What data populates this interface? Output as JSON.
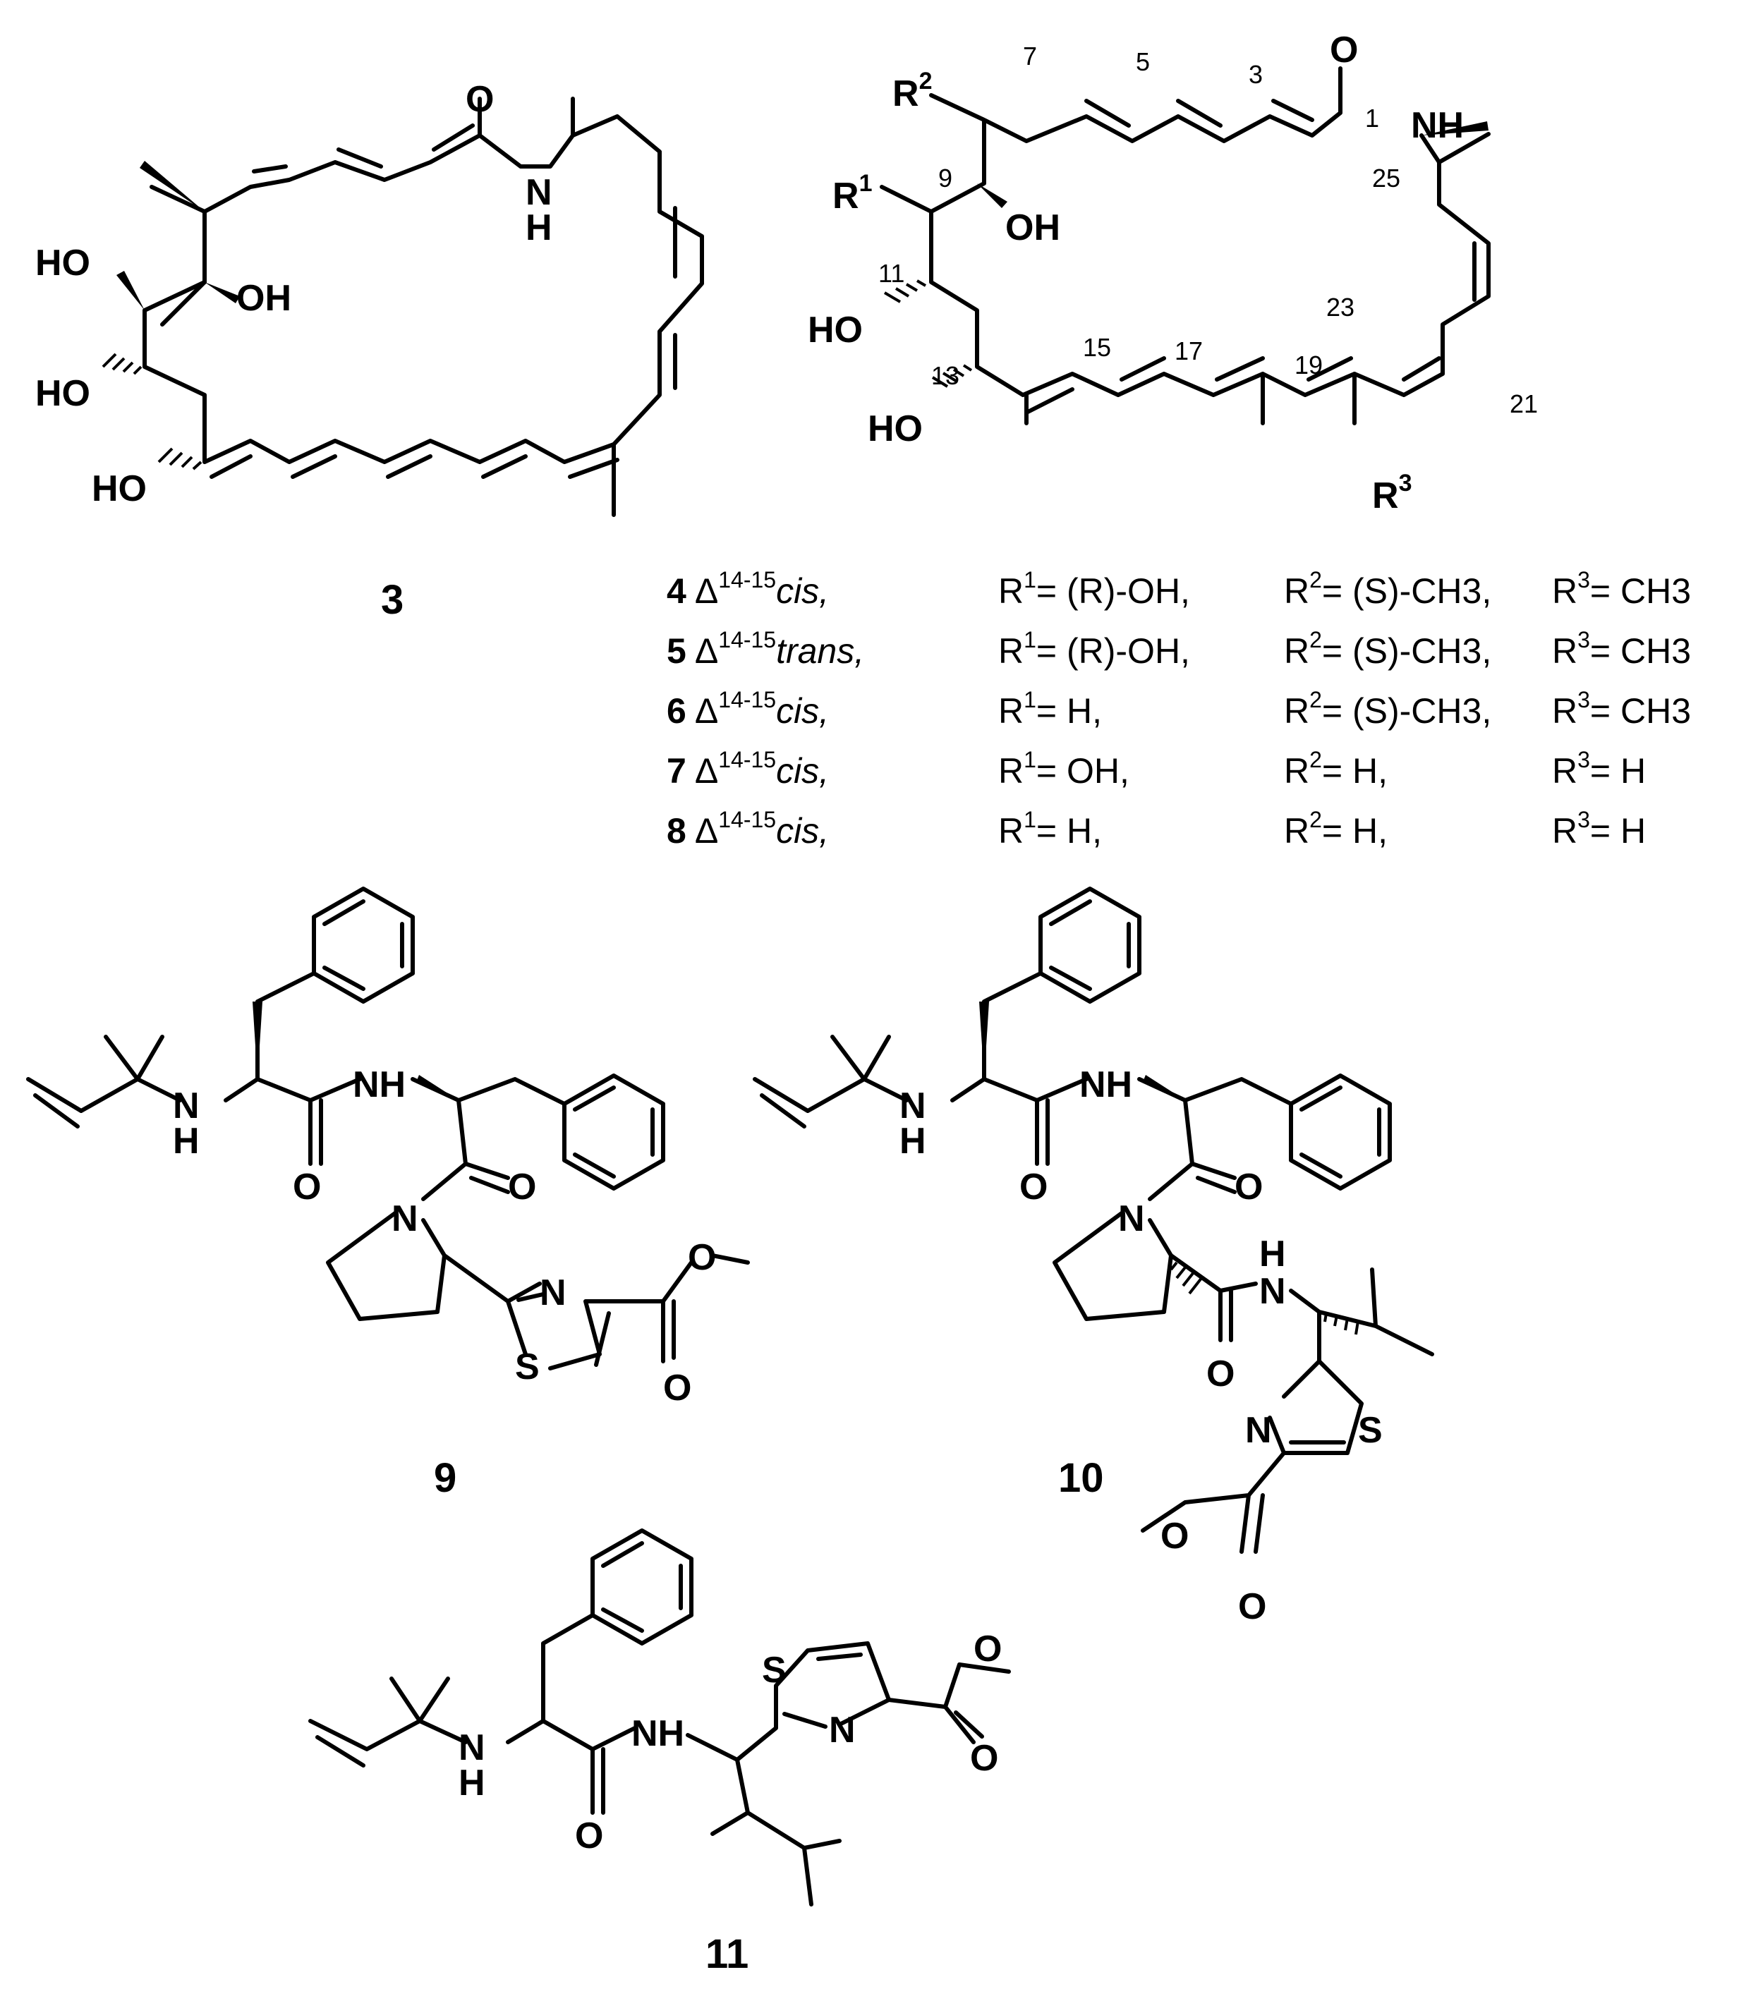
{
  "compounds": {
    "c3": {
      "label": "3",
      "atoms": {
        "o": "O",
        "nh": "N",
        "h": "H",
        "oh1": "HO",
        "oh2": "OH",
        "oh3": "HO",
        "oh4": "HO"
      }
    },
    "c4_8": {
      "atoms": {
        "o": "O",
        "nh": "NH",
        "oh9": "OH",
        "oh11": "HO",
        "oh13": "HO",
        "r1": "R",
        "r2": "R",
        "r3": "R",
        "r1sup": "1",
        "r2sup": "2",
        "r3sup": "3"
      },
      "locants": [
        "1",
        "3",
        "5",
        "7",
        "9",
        "11",
        "13",
        "15",
        "17",
        "19",
        "21",
        "23",
        "25"
      ]
    },
    "c9": {
      "label": "9",
      "atoms": {
        "nh_amine": "N",
        "h_amine": "H",
        "nh_amide": "NH",
        "o1": "O",
        "o2": "O",
        "n_pro": "N",
        "n_thz": "N",
        "s_thz": "S",
        "o_ester": "O",
        "o_carbonyl": "O"
      }
    },
    "c10": {
      "label": "10",
      "atoms": {
        "nh_amine": "N",
        "h_amine": "H",
        "nh_amide": "NH",
        "o1": "O",
        "o2": "O",
        "n_pro": "N",
        "h_amide2": "H",
        "n_amide2": "N",
        "o3": "O",
        "n_thz": "N",
        "s_thz": "S",
        "o_ester": "O",
        "o_carbonyl": "O"
      }
    },
    "c11": {
      "label": "11",
      "atoms": {
        "nh_amine": "N",
        "h_amine": "H",
        "nh_amide": "NH",
        "o1": "O",
        "s_thz": "S",
        "n_thz": "N",
        "o_ester": "O",
        "o_carbonyl": "O"
      }
    }
  },
  "table": {
    "delta": "Δ",
    "sup": "14-15",
    "rows": [
      {
        "num": "4",
        "geom": "cis,",
        "r1": "= (R)-OH,",
        "r2": "= (S)-CH3,",
        "r3": "= CH3"
      },
      {
        "num": "5",
        "geom": "trans,",
        "r1": "= (R)-OH,",
        "r2": "= (S)-CH3,",
        "r3": "= CH3"
      },
      {
        "num": "6",
        "geom": "cis,",
        "r1": "= H,",
        "r2": "= (S)-CH3,",
        "r3": "= CH3"
      },
      {
        "num": "7",
        "geom": "cis,",
        "r1": "= OH,",
        "r2": "= H,",
        "r3": "= H"
      },
      {
        "num": "8",
        "geom": "cis,",
        "r1": "= H,",
        "r2": "= H,",
        "r3": "= H"
      }
    ]
  }
}
